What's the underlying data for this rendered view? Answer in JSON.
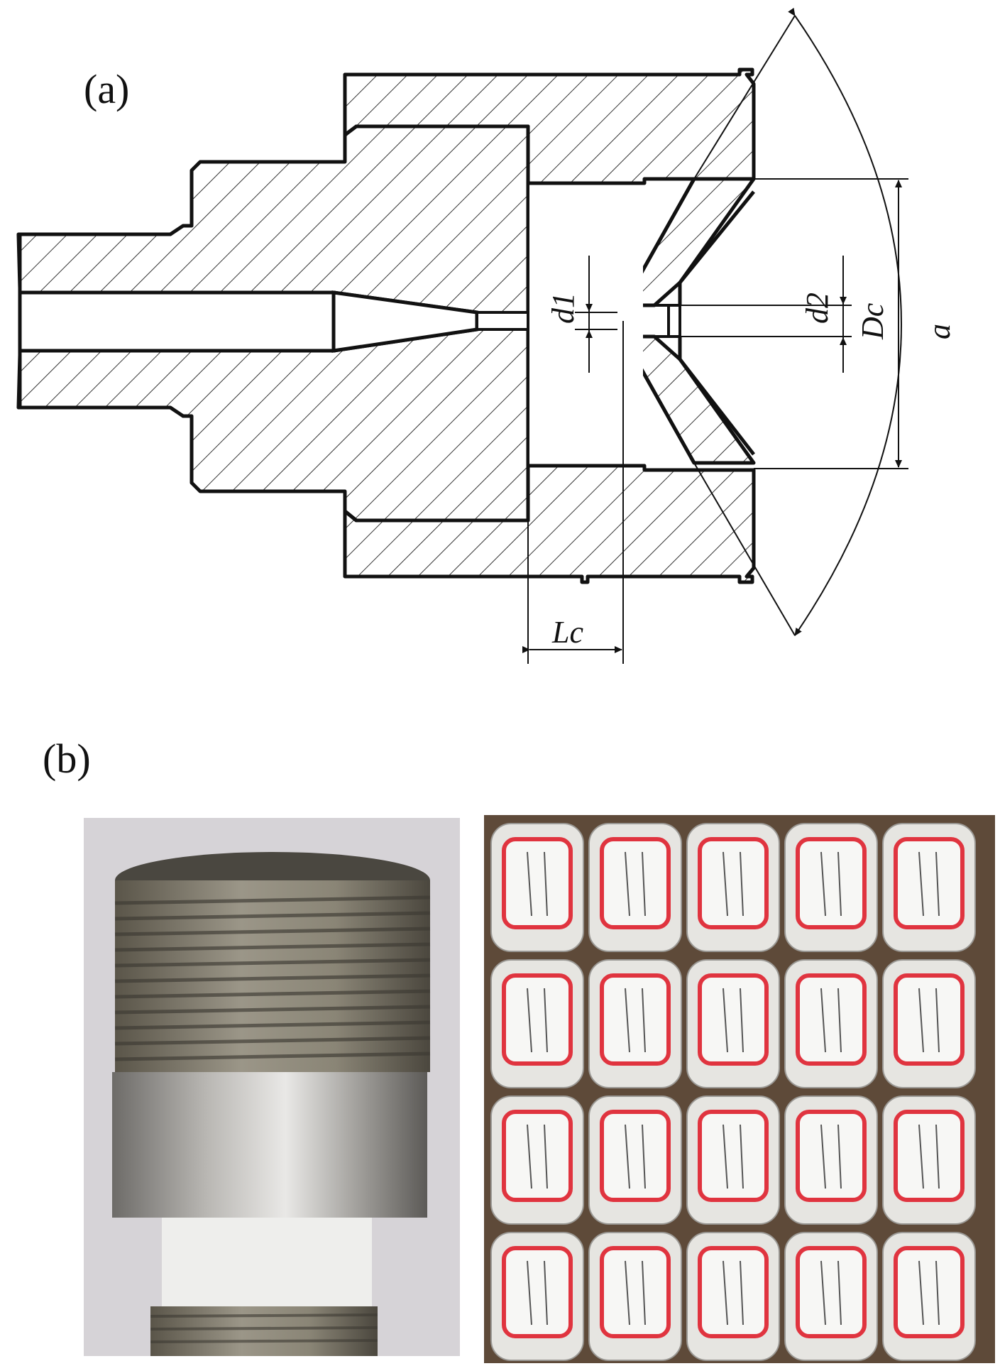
{
  "figure": {
    "panel_a_label": "(a)",
    "panel_b_label": "(b)"
  },
  "dimensions": {
    "d1": "d1",
    "d2": "d2",
    "Dc": "Dc",
    "Lc": "Lc",
    "alpha": "a"
  },
  "photos": {
    "nozzle_photo": "metal-nozzle-photo",
    "box_photo": "boxed-nozzle-samples-photo"
  },
  "colors": {
    "line": "#111111",
    "hatch": "#333333",
    "label_red": "#e0343f",
    "steel": "#a8a6a6",
    "box": "#5e4a39"
  }
}
